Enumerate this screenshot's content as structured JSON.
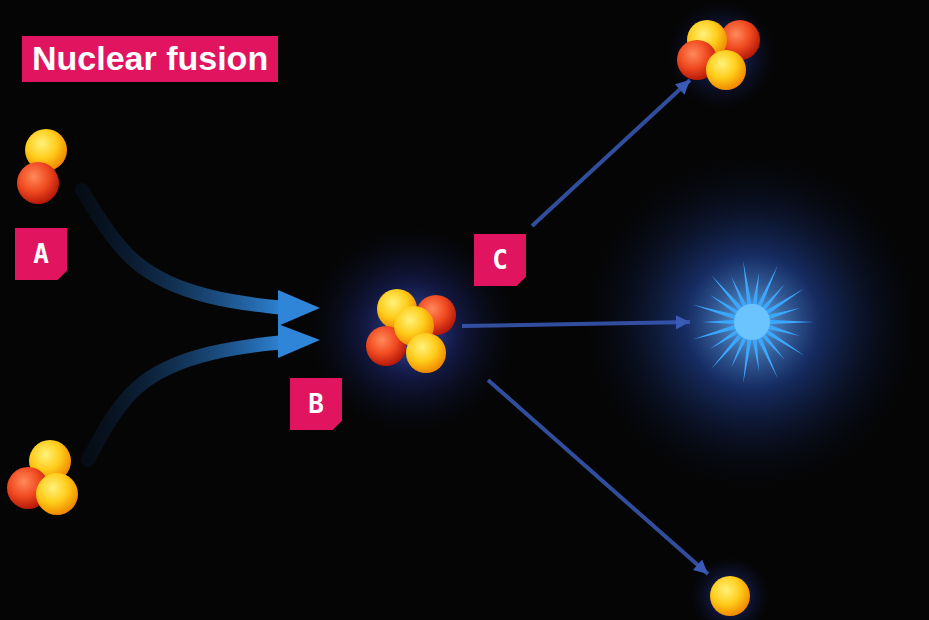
{
  "diagram": {
    "title": "Nuclear fusion",
    "labels": [
      "A",
      "B",
      "C"
    ]
  }
}
